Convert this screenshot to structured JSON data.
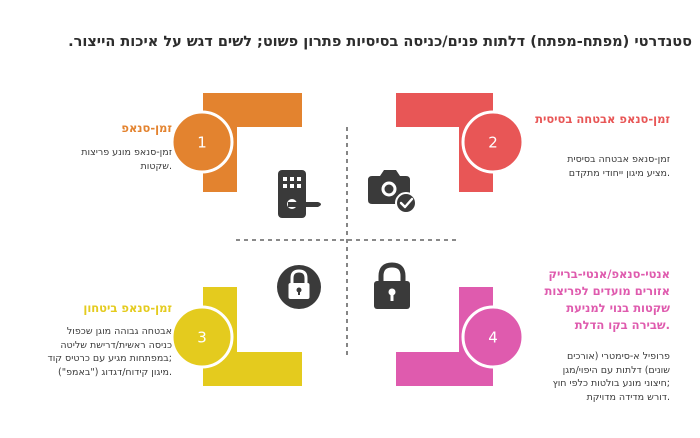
{
  "title": ".סטנדרטי (מפתח-מפתח) דלתות פנים/כניסה בסיסיות פתרון פשוט; לשים דגש על איכות הייצור",
  "colors": {
    "orange": "#E3832F",
    "red": "#E85656",
    "yellow": "#E4CB1E",
    "pink": "#DF5BAE",
    "icon": "#3a3a3a"
  },
  "quadrants": [
    {
      "number": "1",
      "heading": "זמן-סנאפ",
      "description": [
        "זמן-סנאפ מונע פריצות",
        "שקטות."
      ],
      "icon": "door-lock-keypad-icon"
    },
    {
      "number": "2",
      "heading": "זמן-סנאפ אבטחה בסיסית",
      "description": [
        "זמן-סנאפ אבטחה בסיסית",
        "מציע מיגון ייחודי מתקדם."
      ],
      "icon": "camera-check-icon"
    },
    {
      "number": "3",
      "heading": "זמן-סנאפ ביטחון",
      "description": [
        "אבטחה גבוהה מוגן שכפול",
        "כניסה ראשית/דרישת שליטה",
        "במפתחות מגיע עם כרטיס קוד;",
        "מיגון קידוח/דגדוג (\"באמפ\")."
      ],
      "icon": "padlock-closed-icon"
    },
    {
      "number": "4",
      "heading": "אנטי-סנאפ/אנטי-ברייק אזורים מועדים לפריצות שקטות בנוי למניעת שבירה בקו הדלת.",
      "description": [
        "פרופיל א-סימטרי (אורכים",
        "שונים) דלתות עם היפוי/מגן",
        "חיצוני מונע בולטות כלפי חוץ;",
        "דורש מדידה מדויקת."
      ],
      "icon": "padlock-open-icon"
    }
  ]
}
